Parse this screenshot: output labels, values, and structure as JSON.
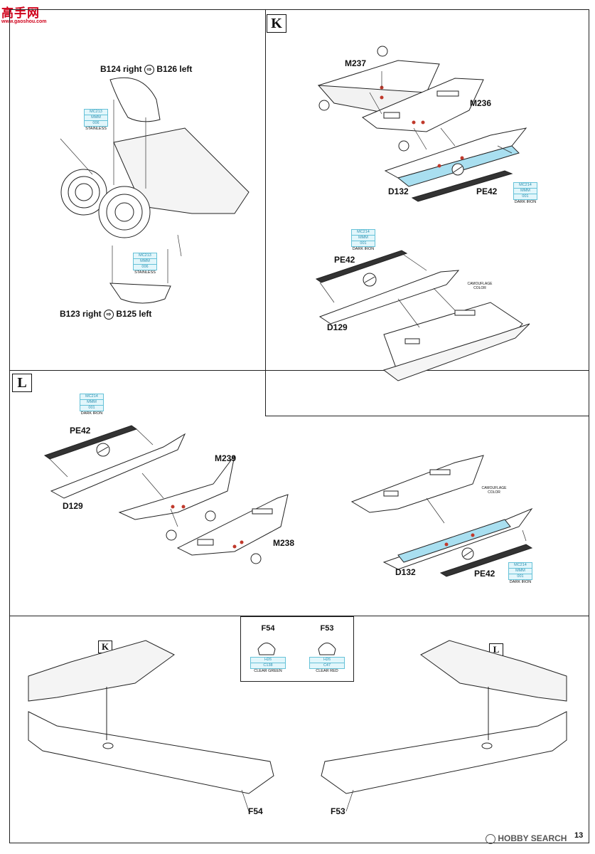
{
  "watermark_top": {
    "chars": "高手网",
    "url": "www.gaoshou.com"
  },
  "watermark_bottom": {
    "brand": "HOBBY SEARCH"
  },
  "page_number": "13",
  "section_k": {
    "letter": "K",
    "labels": {
      "m237": "M237",
      "m236": "M236",
      "d132": "D132",
      "pe42": "PE42",
      "pe42b": "PE42",
      "d129": "D129"
    },
    "paint_1": {
      "code": "MC214",
      "mmm": "MMM",
      "num": "001",
      "name": "DARK IRON"
    },
    "paint_2": {
      "code": "MC214",
      "mmm": "MMM",
      "num": "001",
      "name": "DARK IRON"
    },
    "camo": "CAMOUFLAGE COLOR"
  },
  "section_nozzle": {
    "top_label": {
      "a": "B124 right",
      "b": "B126 left"
    },
    "bottom_label": {
      "a": "B123 right",
      "b": "B125 left"
    },
    "paint_1": {
      "code": "MC213",
      "mmm": "MMM",
      "num": "006",
      "name": "STAINLESS"
    },
    "paint_2": {
      "code": "MC213",
      "mmm": "MMM",
      "num": "006",
      "name": "STAINLESS"
    }
  },
  "section_l": {
    "letter": "L",
    "labels": {
      "pe42": "PE42",
      "d129": "D129",
      "m239": "M239",
      "m238": "M238",
      "d132": "D132",
      "pe42b": "PE42"
    },
    "paint_1": {
      "code": "MC214",
      "mmm": "MMM",
      "num": "001",
      "name": "DARK IRON"
    },
    "paint_2": {
      "code": "MC214",
      "mmm": "MMM",
      "num": "001",
      "name": "DARK IRON"
    },
    "camo": "CAMOUFLAGE COLOR"
  },
  "section_bottom": {
    "k_marker": "K",
    "l_marker": "L",
    "f54_label": "F54",
    "f53_label": "F53",
    "legend": {
      "f54": {
        "title": "F54",
        "code": "H26",
        "paint": "C138",
        "name": "CLEAR GREEN"
      },
      "f53": {
        "title": "F53",
        "code": "H26",
        "paint": "C47",
        "name": "CLEAR RED"
      }
    }
  },
  "colors": {
    "paint_fill": "#e2f6fb",
    "paint_border": "#66c2d8",
    "highlight_blue": "#a9dff0",
    "marker_red": "#c0392b",
    "watermark_red": "#d0021b"
  }
}
